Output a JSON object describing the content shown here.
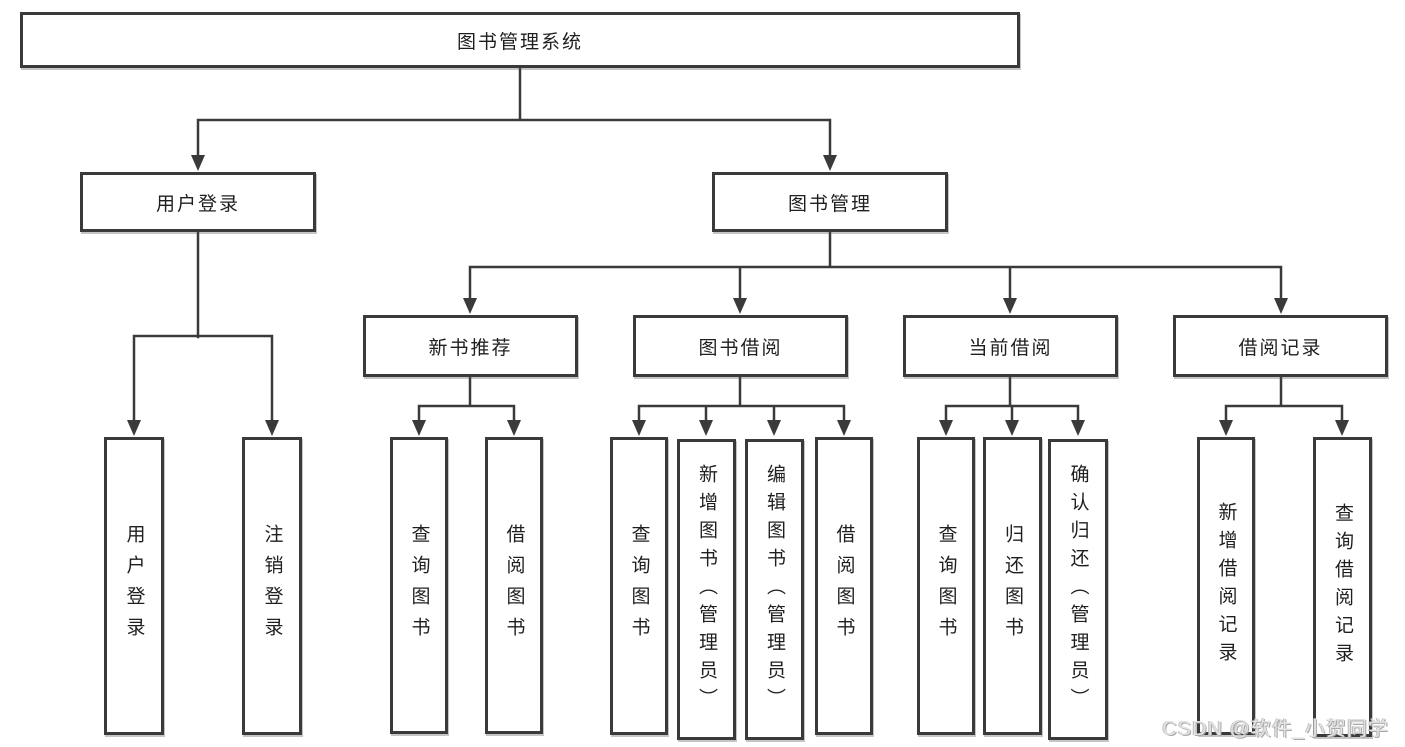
{
  "tree": {
    "root": {
      "label": "图书管理系统",
      "children": [
        {
          "label": "用户登录",
          "children": [
            {
              "label": "用户登录"
            },
            {
              "label": "注销登录"
            }
          ]
        },
        {
          "label": "图书管理",
          "children": [
            {
              "label": "新书推荐",
              "children": [
                {
                  "label": "查询图书"
                },
                {
                  "label": "借阅图书"
                }
              ]
            },
            {
              "label": "图书借阅",
              "children": [
                {
                  "label": "查询图书"
                },
                {
                  "label": "新增图书（管理员）"
                },
                {
                  "label": "编辑图书（管理员）"
                },
                {
                  "label": "借阅图书"
                }
              ]
            },
            {
              "label": "当前借阅",
              "children": [
                {
                  "label": "查询图书"
                },
                {
                  "label": "归还图书"
                },
                {
                  "label": "确认归还（管理员）"
                }
              ]
            },
            {
              "label": "借阅记录",
              "children": [
                {
                  "label": "新增借阅记录"
                },
                {
                  "label": "查询借阅记录"
                }
              ]
            }
          ]
        }
      ]
    }
  },
  "watermark": {
    "text": "CSDN @软件_小贺同学"
  },
  "colors": {
    "line": "#3a3a3a",
    "box_border": "#3a3a3a",
    "box_fill": "#ffffff",
    "text": "#1f1f1f",
    "background": "#ffffff",
    "watermark": "#e3e3e3"
  }
}
